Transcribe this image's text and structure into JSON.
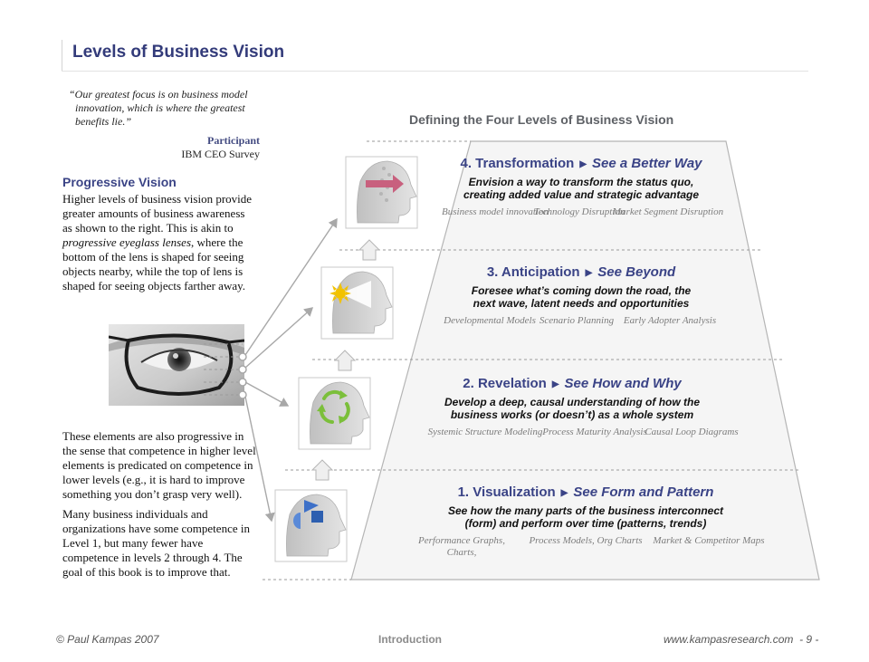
{
  "title": "Levels of Business Vision",
  "quote": {
    "text": "“Our greatest focus is on business model innovation, which is where the greatest benefits lie.”",
    "attribution_role": "Participant",
    "attribution_source": "IBM CEO Survey"
  },
  "progressive_vision": {
    "heading": "Progressive Vision",
    "text_before": "Higher levels of business vision provide greater amounts of business awareness as shown to the right. This is akin to ",
    "text_emphasis": "progressive eyeglass lenses",
    "text_after": ", where the bottom of the lens is shaped for seeing objects nearby, while the top of lens is shaped for seeing objects farther away."
  },
  "bottom_paragraphs": [
    "These elements are also progressive in the sense that competence in higher level elements is predicated on competence in lower levels (e.g., it is hard to improve something you don’t grasp very well).",
    "Many business individuals and organizations have some competence in Level 1, but many fewer have competence in levels 2 through 4. The goal of this book is to improve that."
  ],
  "diagram": {
    "title": "Defining the Four Levels of Business Vision",
    "levels": [
      {
        "heading": "4. Transformation",
        "subheading": "See a Better Way",
        "description_line1": "Envision a way to transform the status quo,",
        "description_line2": "creating added value and strategic advantage",
        "icon": "head-arrow-forward-icon",
        "items": [
          "Business model innovation",
          "Technology Disruption",
          "Market Segment Disruption"
        ]
      },
      {
        "heading": "3. Anticipation",
        "subheading": "See Beyond",
        "description_line1": "Foresee what’s coming down the road, the",
        "description_line2": "next wave, latent needs and opportunities",
        "icon": "head-light-beam-icon",
        "items": [
          "Developmental Models",
          "Scenario Planning",
          "Early Adopter Analysis"
        ]
      },
      {
        "heading": "2. Revelation",
        "subheading": "See How and Why",
        "description_line1": "Develop a deep, causal understanding of how the",
        "description_line2": "business works (or doesn’t) as a whole system",
        "icon": "head-cycle-icon",
        "items": [
          "Systemic Structure Modeling",
          "Process Maturity Analysis",
          "Causal Loop Diagrams"
        ]
      },
      {
        "heading": "1. Visualization",
        "subheading": "See Form and Pattern",
        "description_line1": "See how the many parts of the business interconnect",
        "description_line2": "(form) and perform over time (patterns, trends)",
        "icon": "head-shapes-icon",
        "items": [
          "Performance Graphs, Charts,",
          "Process Models, Org Charts",
          "Market & Competitor Maps"
        ]
      }
    ]
  },
  "footer": {
    "copyright": "© Paul Kampas 2007",
    "section": "Introduction",
    "website": "www.kampasresearch.com",
    "page": "- 9 -"
  },
  "colors": {
    "title": "#333b7a",
    "level_heading": "#3a4386",
    "trapezoid_fill": "#f5f5f5",
    "trapezoid_stroke": "#b5b5b5",
    "arrow_pink": "#c8607e",
    "sun_yellow": "#f2c200",
    "cycle_green": "#7bbf3a",
    "shape_blue": "#3d70c8"
  }
}
